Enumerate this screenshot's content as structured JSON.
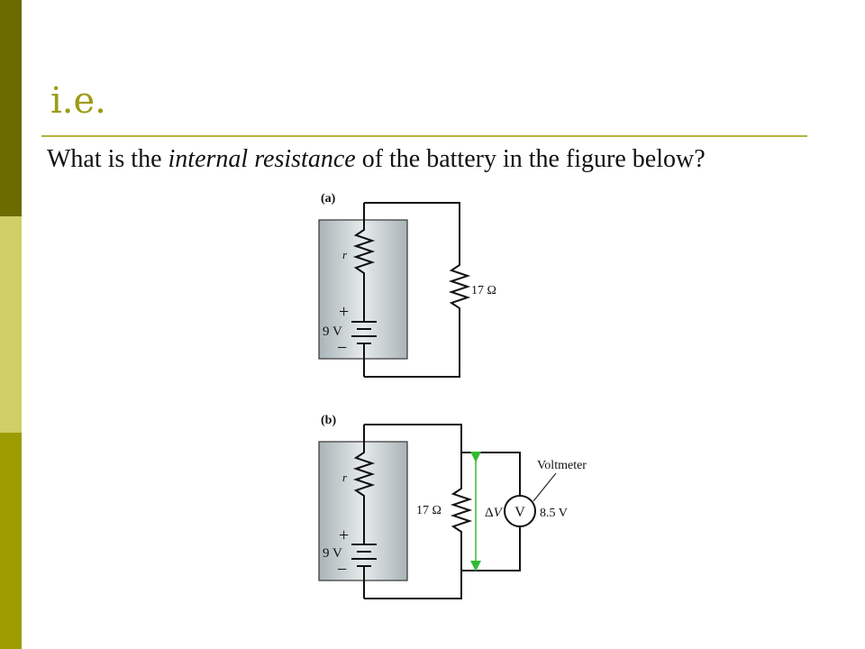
{
  "colors": {
    "sidebar_top": "#6b6b00",
    "sidebar_mid": "#cfcf66",
    "sidebar_bottom": "#9c9c00",
    "title": "#9c9c14",
    "rule": "#b3b340",
    "battery_box": "#b9c3c5",
    "voltage_arrow": "#33bb33"
  },
  "slide": {
    "title": "i.e.",
    "question": {
      "before": "What is the ",
      "emphasis": "internal resistance",
      "after": " of the battery in the figure below?"
    }
  },
  "figure": {
    "panel_a": {
      "label": "(a)",
      "internal_resistor_label": "r",
      "plus": "+",
      "minus": "−",
      "battery_voltage": "9 V",
      "load_resistor": "17 Ω"
    },
    "panel_b": {
      "label": "(b)",
      "internal_resistor_label": "r",
      "plus": "+",
      "minus": "−",
      "battery_voltage": "9 V",
      "load_resistor": "17 Ω",
      "delta_v_symbol": "Δ",
      "delta_v_var": "V",
      "voltmeter_symbol": "V",
      "voltmeter_label": "Voltmeter",
      "voltmeter_reading": "8.5 V"
    }
  }
}
